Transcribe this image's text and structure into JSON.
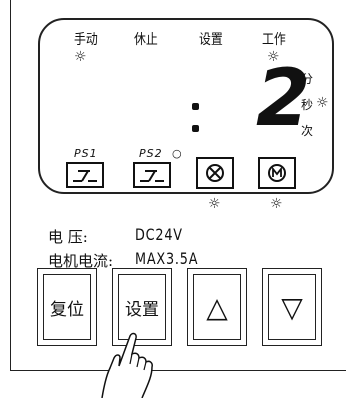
{
  "display": {
    "modes": [
      "手动",
      "休止",
      "设置",
      "工作"
    ],
    "digit": "2",
    "units": [
      "分",
      "秒",
      "次"
    ],
    "ps1": "PS1",
    "ps2": "PS2"
  },
  "specs": {
    "voltage_label": "电  压:",
    "voltage_value": "DC24V",
    "current_label": "电机电流:",
    "current_value": "MAX3.5A"
  },
  "buttons": {
    "reset": "复位",
    "set": "设置",
    "up": "△",
    "down": "▽"
  },
  "icons": {
    "indicator": "sun-icon",
    "switch": "switch-icon",
    "lamp": "lamp-icon",
    "motor": "motor-icon",
    "hand": "pointing-hand-icon"
  }
}
